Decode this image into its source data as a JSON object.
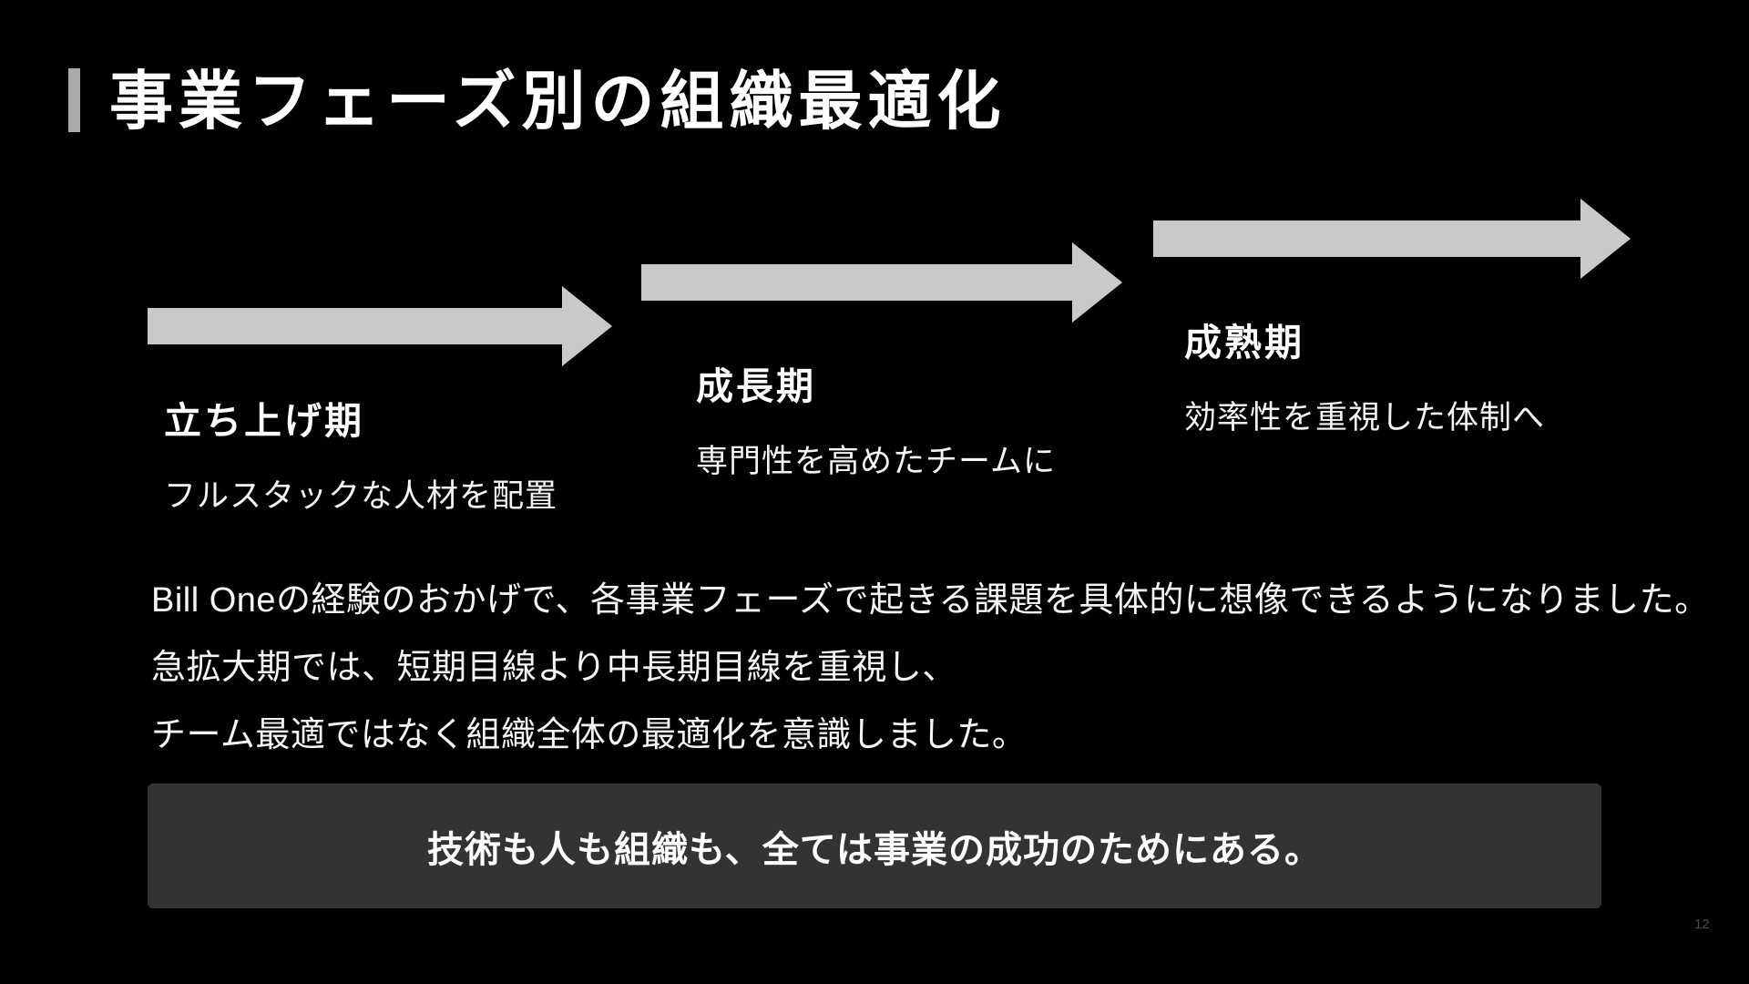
{
  "slide": {
    "title": "事業フェーズ別の組織最適化",
    "phases": [
      {
        "name": "立ち上げ期",
        "description": "フルスタックな人材を配置"
      },
      {
        "name": "成長期",
        "description": "専門性を高めたチームに"
      },
      {
        "name": "成熟期",
        "description": "効率性を重視した体制へ"
      }
    ],
    "body_lines": [
      "Bill Oneの経験のおかげで、各事業フェーズで起きる課題を具体的に想像できるようになりました。",
      "急拡大期では、短期目線より中長期目線を重視し、",
      "チーム最適ではなく組織全体の最適化を意識しました。"
    ],
    "highlight_box": "技術も人も組織も、全ては事業の成功のためにある。",
    "page_number": "12",
    "colors": {
      "background": "#000000",
      "arrow": "#c9c9c9",
      "accent_bar": "#aaaaaa",
      "box_background": "#333333",
      "text": "#ffffff",
      "page_number": "#4a4a4a"
    }
  }
}
